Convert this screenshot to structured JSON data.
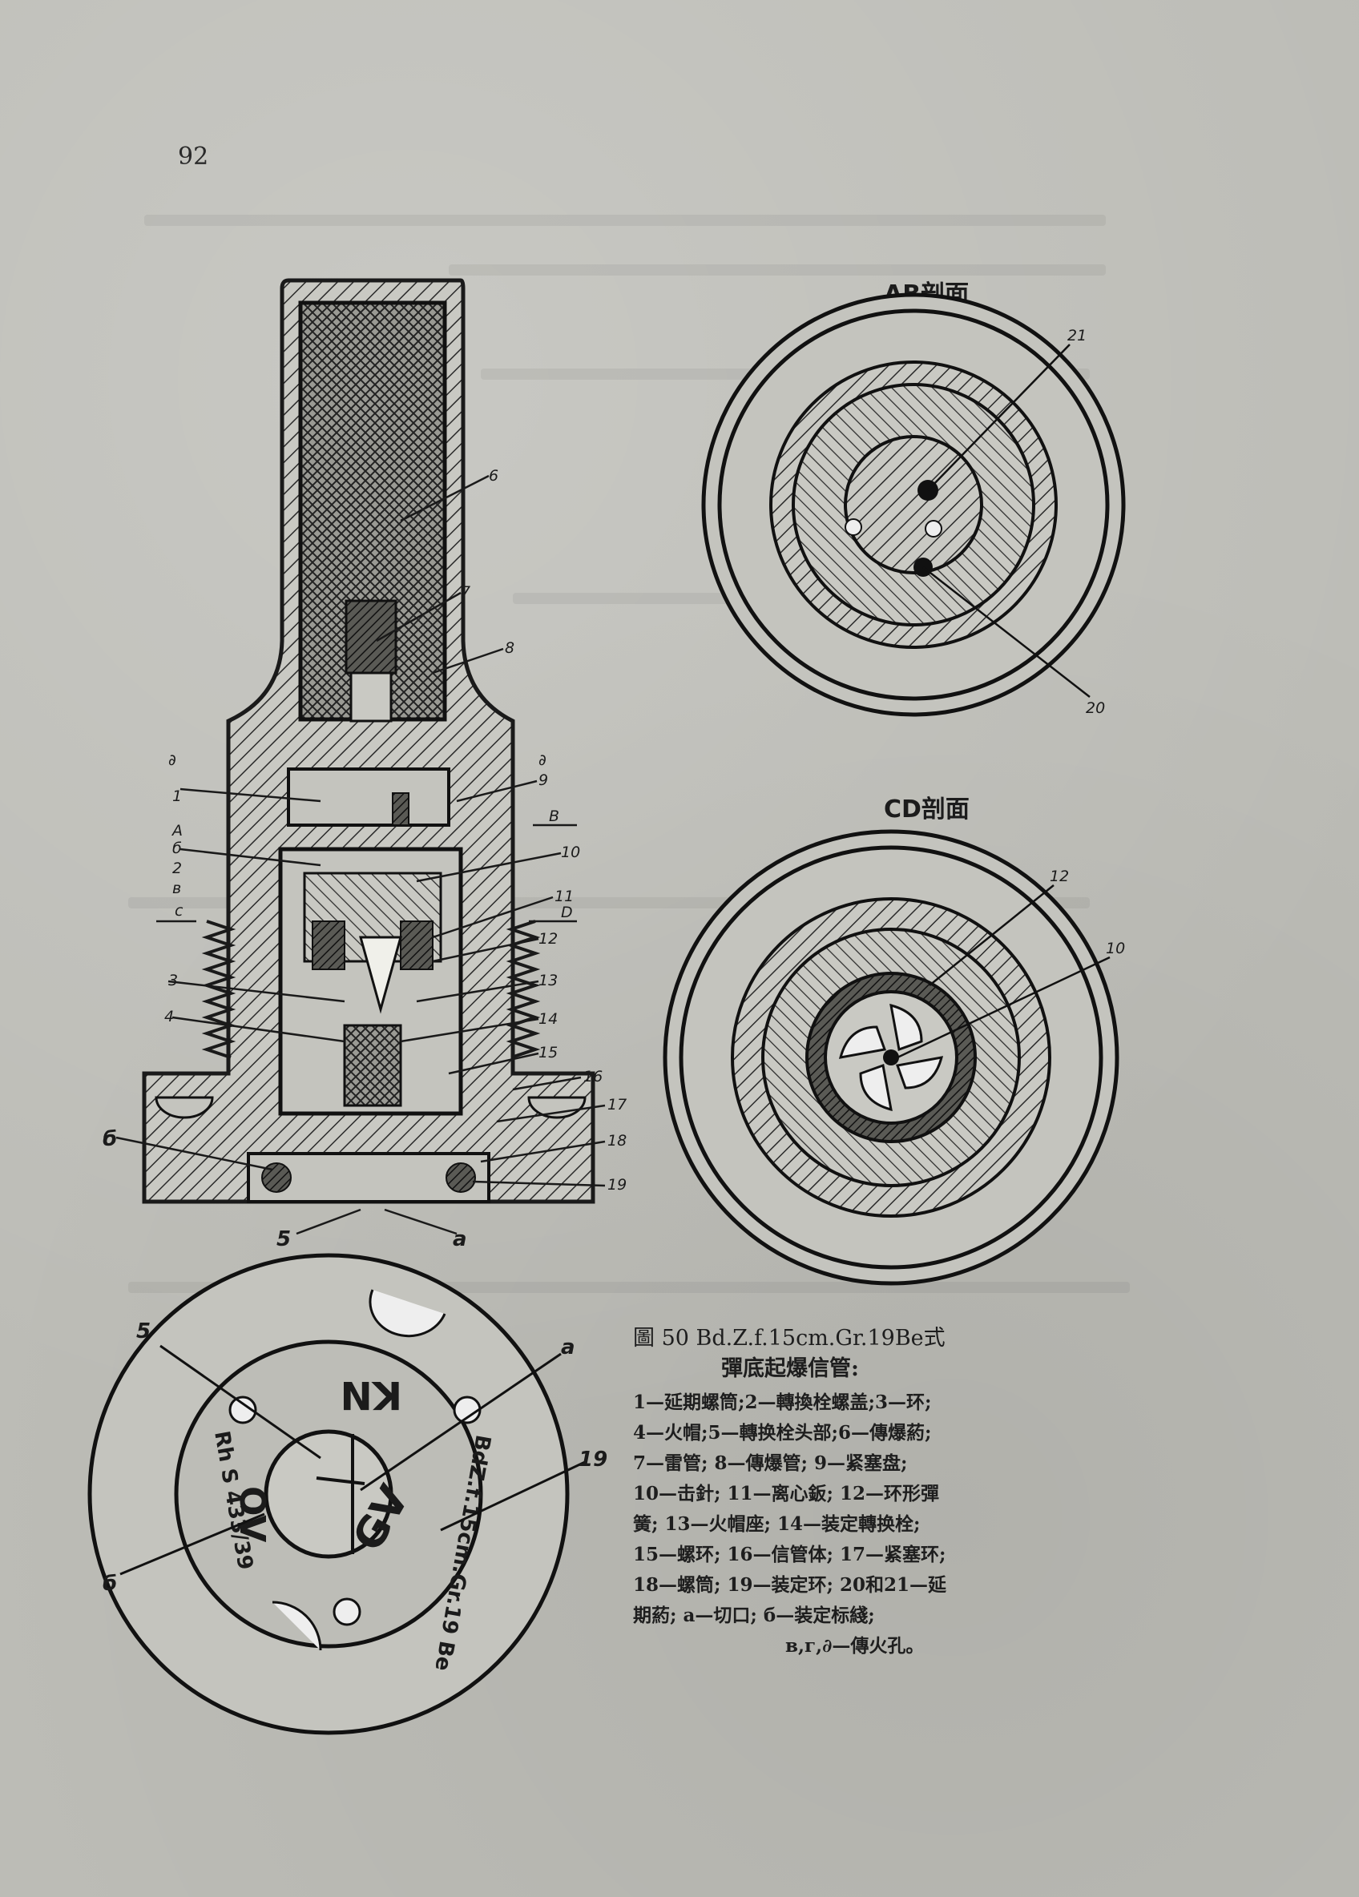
{
  "page": {
    "number": "92"
  },
  "sections": {
    "ab_title": "AB剖面",
    "cd_title": "CD剖面"
  },
  "labels": {
    "main": {
      "l6": "6",
      "l7": "7",
      "l8": "8",
      "l9": "9",
      "l10": "10",
      "l11": "11",
      "l12": "12",
      "l13": "13",
      "l14": "14",
      "l15": "15",
      "l16": "16",
      "l17": "17",
      "l18": "18",
      "l19": "19",
      "l1": "1",
      "l2": "2",
      "l3": "3",
      "l4": "4",
      "l5": "5",
      "la": "a",
      "ld": "∂",
      "lv": "в",
      "lc": "c",
      "lD": "D",
      "lA": "A",
      "lB": "B",
      "lb": "б",
      "lbb": "б",
      "ldd": "∂"
    },
    "ab": {
      "l21": "21",
      "l20": "20"
    },
    "cd": {
      "l12": "12",
      "l10": "10"
    },
    "plate": {
      "l5": "5",
      "la": "a",
      "l19": "19",
      "lb": "б"
    }
  },
  "plate_markings": {
    "kn": "KN",
    "ov": "OV",
    "gv": "GV",
    "rhs": "Rh S 433/39",
    "bdz": "BdZ.f.15cm.Gr.19 Be"
  },
  "caption": {
    "title": "圖 50  Bd.Z.f.15cm.Gr.19Be式",
    "subtitle": "彈底起爆信管:",
    "legend": [
      "1—延期螺筒;2—轉換栓螺盖;3—环;",
      "4—火帽;5—轉换栓头部;6—傳爆葯;",
      "7—雷管; 8—傳爆管; 9—紧塞盘;",
      "10—击針; 11—离心鈑; 12—环形彈",
      "簧; 13—火帽座; 14—装定轉换栓;",
      "15—螺环; 16—信管体; 17—紧塞环;",
      "18—螺筒; 19—装定环; 20和21—延",
      "期葯; a—切口; б—装定标綫;"
    ],
    "legend_last": "в,г,∂—傳火孔。"
  },
  "colors": {
    "paper": "#bcbcb6",
    "ink": "#1e1e1e"
  }
}
